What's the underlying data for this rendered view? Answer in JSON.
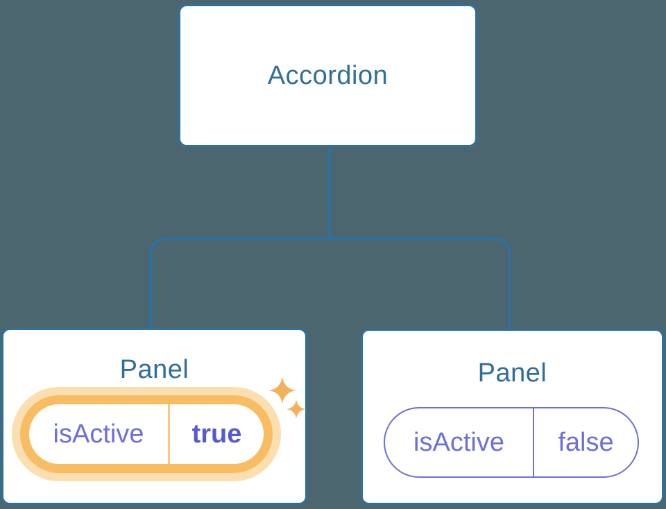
{
  "diagram": {
    "description": "Component tree diagram showing an Accordion parent component with two Panel children holding isActive state",
    "root": {
      "label": "Accordion"
    },
    "panels": [
      {
        "title": "Panel",
        "state_key": "isActive",
        "state_value": "true",
        "highlighted": true
      },
      {
        "title": "Panel",
        "state_key": "isActive",
        "state_value": "false",
        "highlighted": false
      }
    ]
  },
  "icons": {
    "active_state": "sparkle-icon"
  },
  "colors": {
    "background": "#4C6670",
    "connector_blue": "#2E71A0",
    "label_blue": "#306E99",
    "state_purple": "#6B6FDC",
    "state_purple_bold": "#5659D2",
    "highlight_orange": "#F8BC63",
    "highlight_halo": "#FBDFB0",
    "highlight_divider": "#F9C87E",
    "sparkle_orange": "#F4B159",
    "card_white": "#FFFFFF"
  }
}
